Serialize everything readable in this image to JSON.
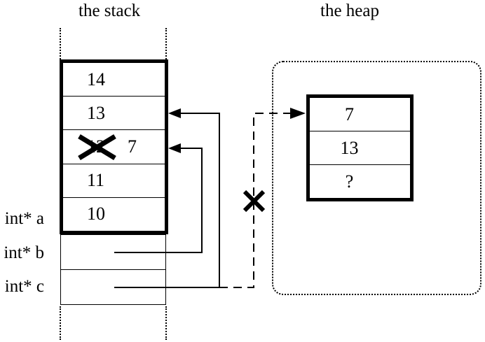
{
  "colors": {
    "ink": "#000000",
    "background": "#ffffff"
  },
  "stack": {
    "title": "the stack",
    "cells": [
      {
        "value": "14",
        "crossed_out": false,
        "new_value": ""
      },
      {
        "value": "13",
        "crossed_out": false,
        "new_value": ""
      },
      {
        "value": "12",
        "crossed_out": true,
        "new_value": "7"
      },
      {
        "value": "11",
        "crossed_out": false,
        "new_value": ""
      },
      {
        "value": "10",
        "crossed_out": false,
        "new_value": ""
      }
    ],
    "variable_labels": [
      "int* a",
      "int* b",
      "int* c"
    ]
  },
  "heap": {
    "title": "the heap",
    "block_cells": [
      "7",
      "13",
      "?"
    ]
  },
  "marks": {
    "crossed_value_x": "x-mark",
    "dangling_pointer_x": "x-mark"
  }
}
